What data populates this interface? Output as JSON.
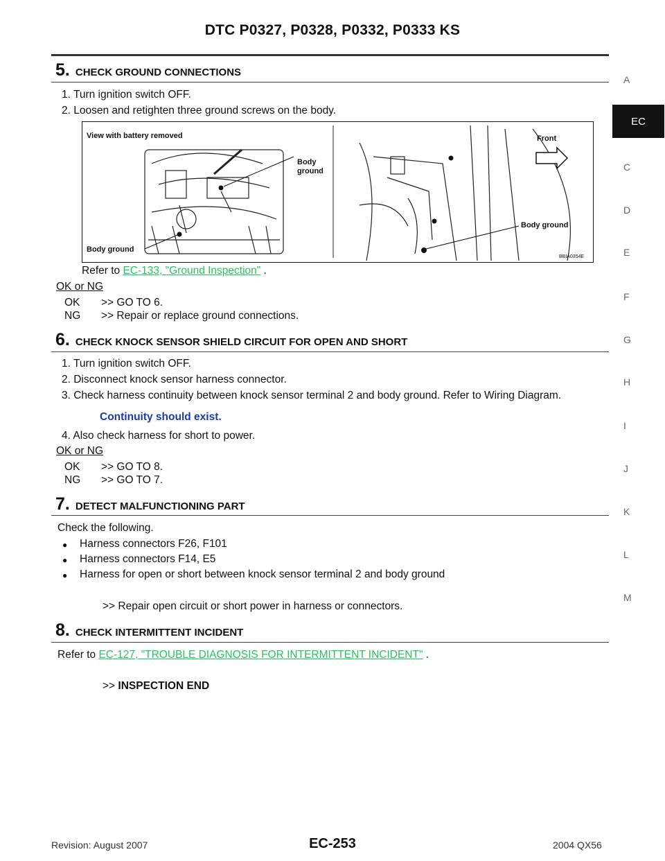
{
  "header": {
    "title": "DTC P0327, P0328, P0332, P0333 KS"
  },
  "side_index": {
    "letters_top": [
      "A"
    ],
    "active": "EC",
    "letters_bottom": [
      "C",
      "D",
      "E",
      "F",
      "G",
      "H",
      "I",
      "J",
      "K",
      "L",
      "M"
    ]
  },
  "steps": [
    {
      "number": "5.",
      "heading": "CHECK GROUND CONNECTIONS",
      "items": [
        "1.   Turn ignition switch OFF.",
        "2.   Loosen and retighten three ground screws on the body."
      ],
      "figure": {
        "label_view": "View with battery removed",
        "label_body_ground_top": "Body\nground",
        "label_body_ground_left": "Body ground",
        "label_front": "Front",
        "label_body_ground_right": "Body ground",
        "code": "BBIA0354E"
      },
      "refer_prefix": "Refer to ",
      "refer_link": "EC-133, \"Ground Inspection\"",
      "refer_suffix": " .",
      "ok_ng": "OK or NG",
      "results": [
        {
          "key": "OK",
          "text": ">> GO TO 6."
        },
        {
          "key": "NG",
          "text": ">> Repair or replace ground connections."
        }
      ]
    },
    {
      "number": "6.",
      "heading": "CHECK KNOCK SENSOR SHIELD CIRCUIT FOR OPEN AND SHORT",
      "items": [
        "1.   Turn ignition switch OFF.",
        "2.   Disconnect knock sensor harness connector.",
        "3.   Check harness continuity between knock sensor terminal 2 and body ground. Refer to Wiring Diagram."
      ],
      "note": "Continuity should exist.",
      "item4": "4.   Also check harness for short to power.",
      "ok_ng": "OK or NG",
      "results": [
        {
          "key": "OK",
          "text": ">> GO TO 8."
        },
        {
          "key": "NG",
          "text": ">> GO TO 7."
        }
      ]
    },
    {
      "number": "7.",
      "heading": "DETECT MALFUNCTIONING PART",
      "intro": "Check the following.",
      "bullets": [
        "Harness connectors F26, F101",
        "Harness connectors F14, E5",
        "Harness for open or short between knock sensor terminal 2 and body ground"
      ],
      "action": ">> Repair open circuit or short power in harness or connectors."
    },
    {
      "number": "8.",
      "heading": "CHECK INTERMITTENT INCIDENT",
      "refer_prefix": "Refer to ",
      "refer_link": "EC-127, \"TROUBLE DIAGNOSIS FOR INTERMITTENT INCIDENT\"",
      "refer_suffix": " .",
      "end_prefix": ">> ",
      "end_text": "INSPECTION END"
    }
  ],
  "footer": {
    "revision": "Revision: August 2007",
    "page": "EC-253",
    "model": "2004 QX56"
  }
}
